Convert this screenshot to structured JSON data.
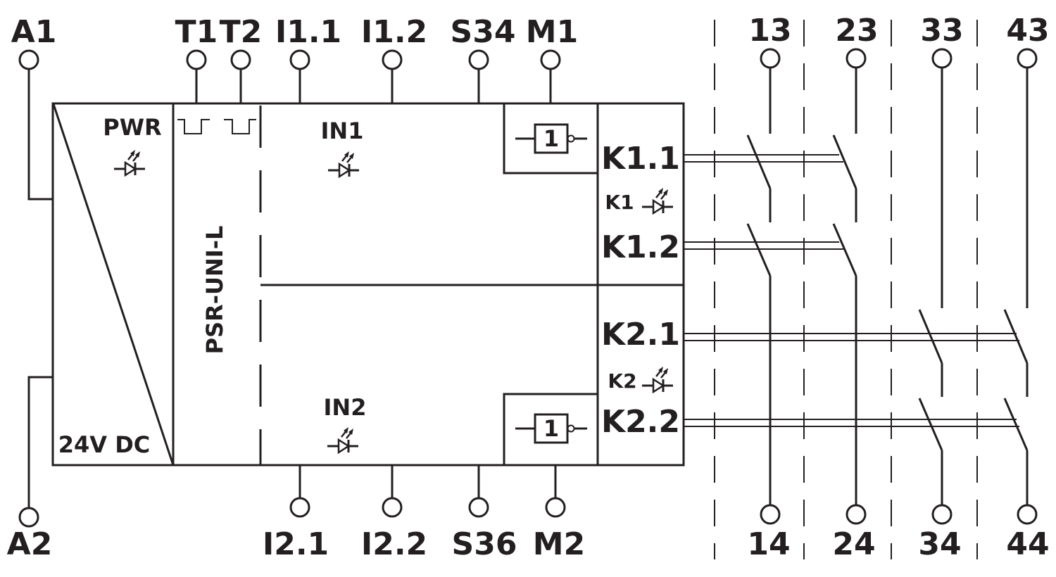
{
  "terminals": {
    "top": {
      "a1": "A1",
      "t1": "T1",
      "t2": "T2",
      "i11": "I1.1",
      "i12": "I1.2",
      "s34": "S34",
      "m1": "M1",
      "c13": "13",
      "c23": "23",
      "c33": "33",
      "c43": "43"
    },
    "bottom": {
      "a2": "A2",
      "i21": "I2.1",
      "i22": "I2.2",
      "s36": "S36",
      "m2": "M2",
      "c14": "14",
      "c24": "24",
      "c34": "34",
      "c44": "44"
    }
  },
  "module": {
    "pwr": "PWR",
    "supply": "24V DC",
    "name": "PSR-UNI-L",
    "in1": "IN1",
    "in2": "IN2",
    "gate_top": "1",
    "gate_bottom": "1",
    "k11": "K1.1",
    "k1": "K1",
    "k12": "K1.2",
    "k21": "K2.1",
    "k2": "K2",
    "k22": "K2.2"
  }
}
